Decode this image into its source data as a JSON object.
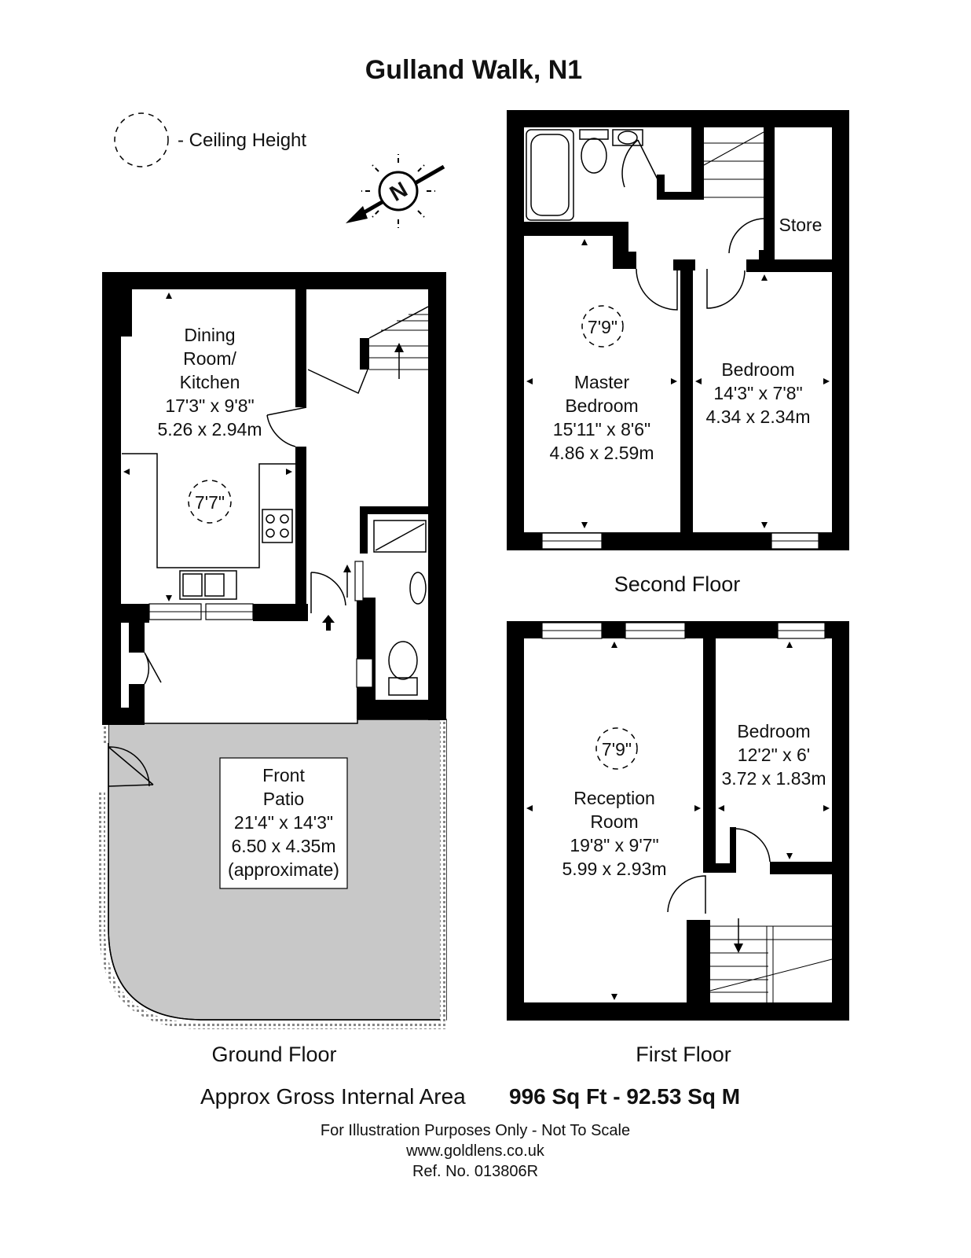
{
  "title": "Gulland Walk, N1",
  "legend": {
    "ceiling_icon": "dashed-circle-icon",
    "ceiling_label": "- Ceiling Height"
  },
  "compass": {
    "icon": "north-sun-compass-icon",
    "letter": "N"
  },
  "ground_floor": {
    "label": "Ground Floor",
    "dining": {
      "l1": "Dining",
      "l2": "Room/",
      "l3": "Kitchen",
      "dim_imp": "17'3\" x 9'8\"",
      "dim_met": "5.26 x 2.94m",
      "ceiling": "7'7\""
    },
    "patio": {
      "l1": "Front",
      "l2": "Patio",
      "dim_imp": "21'4\" x 14'3\"",
      "dim_met": "6.50 x 4.35m",
      "note": "(approximate)"
    }
  },
  "second_floor": {
    "label": "Second Floor",
    "store": "Store",
    "master": {
      "l1": "Master",
      "l2": "Bedroom",
      "dim_imp": "15'11\" x 8'6\"",
      "dim_met": "4.86 x 2.59m",
      "ceiling": "7'9\""
    },
    "bedroom": {
      "l1": "Bedroom",
      "dim_imp": "14'3\" x 7'8\"",
      "dim_met": "4.34 x 2.34m"
    }
  },
  "first_floor": {
    "label": "First Floor",
    "reception": {
      "l1": "Reception",
      "l2": "Room",
      "dim_imp": "19'8\" x 9'7\"",
      "dim_met": "5.99 x 2.93m",
      "ceiling": "7'9\""
    },
    "bedroom": {
      "l1": "Bedroom",
      "dim_imp": "12'2\" x 6'",
      "dim_met": "3.72 x 1.83m"
    }
  },
  "area": {
    "label": "Approx Gross Internal Area",
    "sqft": "996 Sq Ft",
    "sep": " - ",
    "sqm": "92.53 Sq M"
  },
  "footer": {
    "disclaimer": "For Illustration Purposes Only - Not To Scale",
    "website": "www.goldlens.co.uk",
    "ref": "Ref. No. 013806R"
  },
  "colors": {
    "wall": "#000000",
    "patio_fill": "#c8c8c8",
    "background": "#ffffff"
  }
}
